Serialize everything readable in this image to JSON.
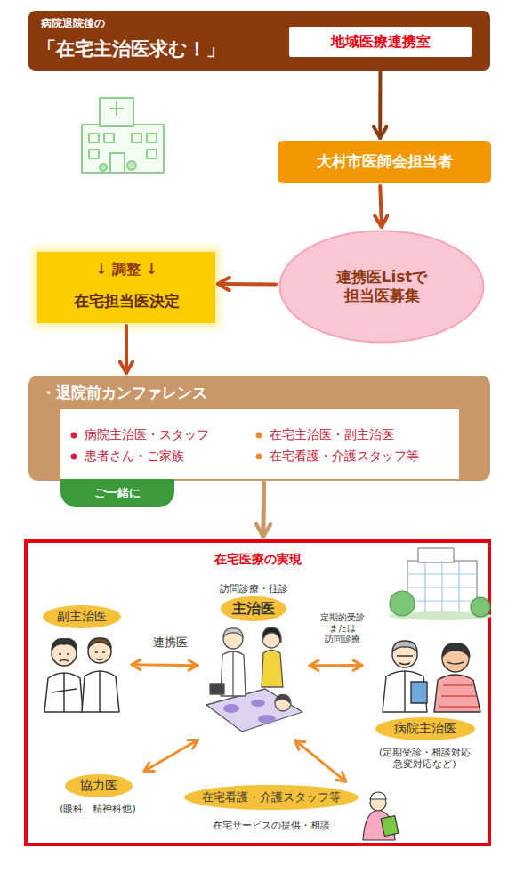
{
  "diagram": {
    "nodes": [
      {
        "text": [
          "病院退院後の",
          "「在宅主治医求む！」"
        ]
      },
      {
        "text": [
          "地域医療連携室"
        ],
        "in": 0
      },
      {
        "text": [
          "大村市医師会担当者"
        ]
      },
      {
        "text": [
          "連携医Listで 担当医募集"
        ]
      },
      {
        "text": [
          "↓ 調整 ↓",
          "在宅担当医決定"
        ]
      },
      {
        "text": [
          "・退院前カンファレンス"
        ]
      },
      {
        "text": [
          "病院主治医・スタッフ",
          "患者さん・ご家族",
          "在宅主治医・副主治医",
          "在宅看護・介護スタッフ等"
        ],
        "in": 5
      },
      {
        "text": [
          "ご一緒に"
        ]
      },
      {
        "text": [
          "在宅医療の実現"
        ]
      },
      {
        "text": [
          "副主治医"
        ],
        "in": 8
      },
      {
        "text": [
          "訪問診療・往診",
          "主治医"
        ],
        "in": 8
      },
      {
        "text": [
          "病院主治医",
          "(定期受診・相談対応 急変対応など)"
        ],
        "in": 8
      },
      {
        "text": [
          "協力医",
          "(眼科、精神科他)"
        ],
        "in": 8
      },
      {
        "text": [
          "在宅看護・介護スタッフ等",
          "在宅サービスの提供・相談"
        ],
        "in": 8
      }
    ],
    "edges": [
      {
        "from": 1,
        "to": 2,
        "arrow": "to"
      },
      {
        "from": 2,
        "to": 3,
        "arrow": "to"
      },
      {
        "from": 3,
        "to": 4,
        "arrow": "to"
      },
      {
        "from": 4,
        "to": 5,
        "arrow": "to"
      },
      {
        "from": 5,
        "to": 8,
        "arrow": "to"
      },
      {
        "from": 9,
        "to": 10,
        "label": "連携医",
        "arrow": "both"
      },
      {
        "from": 10,
        "to": 11,
        "label": "定期的受診 または 訪問診療",
        "arrow": "both"
      },
      {
        "from": 12,
        "to": 10,
        "arrow": "both"
      },
      {
        "from": 10,
        "to": 13,
        "arrow": "both"
      }
    ]
  }
}
